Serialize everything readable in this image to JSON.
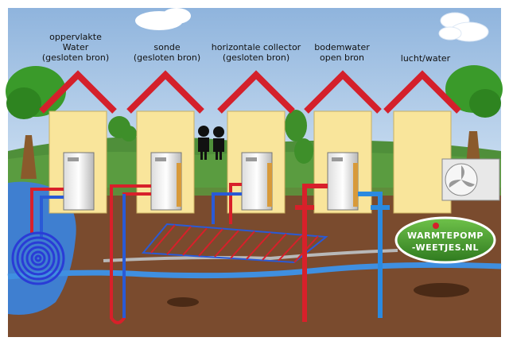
{
  "labels": [
    {
      "lines": [
        "oppervlakte",
        "Water",
        "(gesloten bron)"
      ]
    },
    {
      "lines": [
        "sonde",
        "(gesloten bron)"
      ]
    },
    {
      "lines": [
        "horizontale collector",
        "(gesloten bron)"
      ]
    },
    {
      "lines": [
        "bodemwater",
        "open bron"
      ]
    },
    {
      "lines": [
        "lucht/water"
      ]
    }
  ],
  "logo": {
    "line1": "WARMTEPOMP",
    "line2": "-WEETJES.NL"
  },
  "colors": {
    "sky": "#a9c7e8",
    "house_wall": "#f9e59b",
    "roof": "#d4202b",
    "soil": "#7a4b2e",
    "grass": "#4f8f3a",
    "water": "#3f7fd0",
    "pipe_hot": "#d8202a",
    "pipe_cold": "#2a5ad6",
    "logo_green": "#3e8f2a"
  },
  "icons": [
    "moon-icon",
    "cloud-icon",
    "tree-icon",
    "bush-icon",
    "children-silhouette-icon",
    "fan-icon"
  ]
}
